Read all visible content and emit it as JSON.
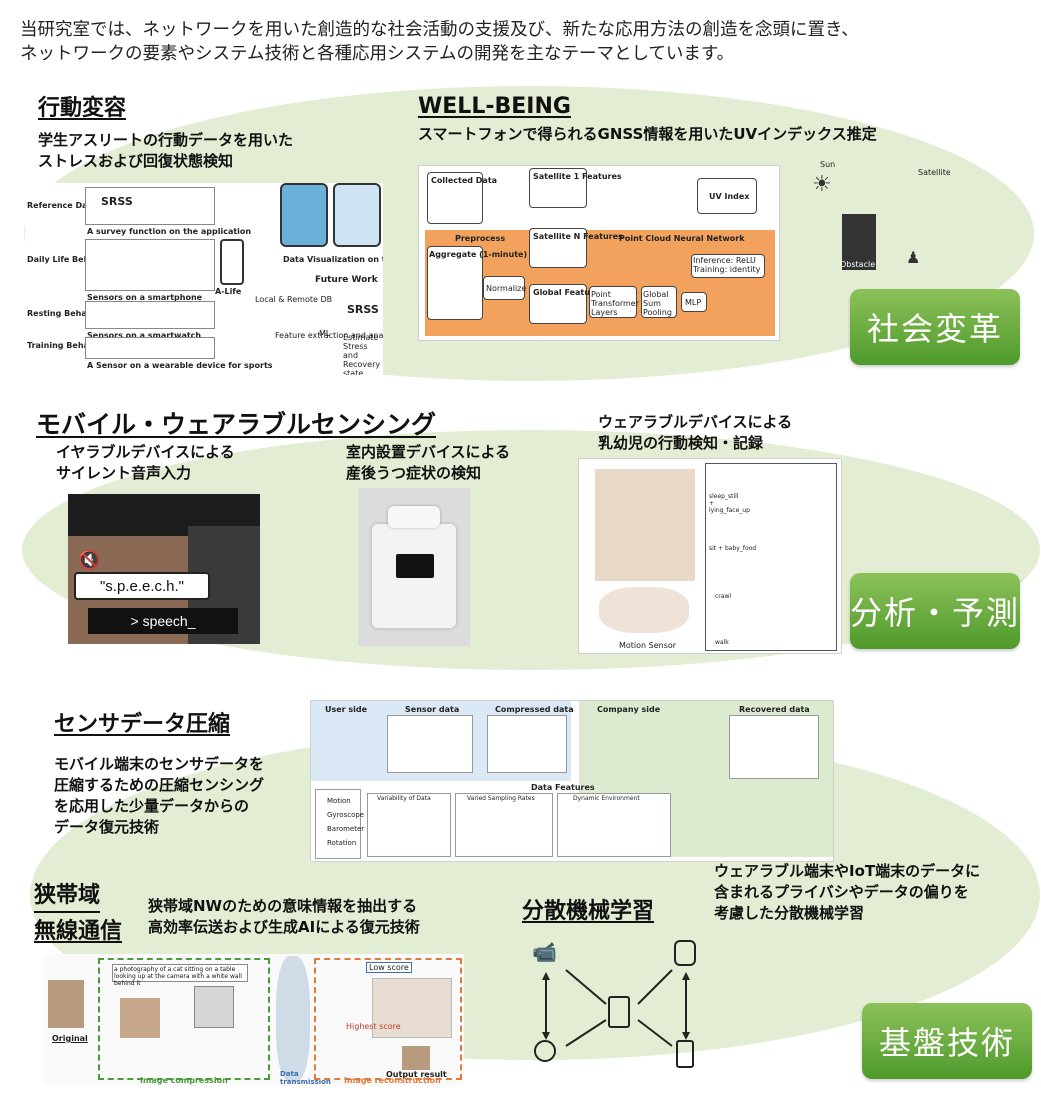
{
  "intro": {
    "line1": "当研究室では、ネットワークを用いた創造的な社会活動の支援及び、新たな応用方法の創造を念頭に置き、",
    "line2": "ネットワークの要素やシステム技術と各種応用システムの開発を主なテーマとしています。"
  },
  "section1": {
    "badge": "社会変革",
    "behavior": {
      "title": "行動変容",
      "sub_line1": "学生アスリートの行動データを用いた",
      "sub_line2": "ストレスおよび回復状態検知",
      "rows": [
        "Reference Data",
        "Daily Life Behaviors",
        "Resting Behaviors",
        "Training Behaviors"
      ],
      "captions": [
        "A survey function on the application",
        "Sensors on a smartphone",
        "Sensors on a smartwatch",
        "A Sensor on a wearable device for sports"
      ],
      "app": "A-Life",
      "db": "Local & Remote DB",
      "viz": "Data Visualization on the app",
      "future": "Future Work",
      "feat": "Feature extraction and analytics",
      "ml": "ML",
      "srss": "SRSS",
      "estimate": "Estimate Stress and Recovery state"
    },
    "wellbeing": {
      "title": "WELL-BEING",
      "sub": "スマートフォンで得られるGNSS情報を用いたUVインデックス推定",
      "collected": "Collected Data",
      "preprocess": "Preprocess",
      "aggregate": "Aggregate (1-minute)",
      "normalize": "Normalize",
      "sat1": "Satellite 1 Features",
      "satn": "Satellite N Features",
      "global": "Global Features",
      "pcnn": "Point Cloud Neural Network",
      "transformer": "Point Transformer Layers",
      "pooling": "Global Sum Pooling",
      "mlp": "MLP",
      "inference": "Inference: ReLU Training: identity",
      "uv": "UV Index",
      "sun": "Sun",
      "satellite": "Satellite",
      "obstacle": "Obstacle"
    }
  },
  "section2": {
    "badge": "分析・予測",
    "title": "モバイル・ウェアラブルセンシング",
    "ear": {
      "sub_line1": "イヤラブルデバイスによる",
      "sub_line2": "サイレント音声入力",
      "bubble": "\"s.p.e.e.c.h.\"",
      "terminal": "> speech_"
    },
    "room": {
      "sub_line1": "室内設置デバイスによる",
      "sub_line2": "産後うつ症状の検知"
    },
    "infant": {
      "sub_line1": "ウェアラブルデバイスによる",
      "sub_line2": "乳幼児の行動検知・記録",
      "motion": "Motion Sensor",
      "activities": [
        "sleep_still + lying_face_up",
        "sit + baby_food",
        "crawl",
        "walk"
      ]
    }
  },
  "section3": {
    "badge": "基盤技術",
    "compression": {
      "title": "センサデータ圧縮",
      "sub_lines": [
        "モバイル端末のセンサデータを",
        "圧縮するための圧縮センシング",
        "を応用した少量データからの",
        "データ復元技術"
      ],
      "user_side": "User side",
      "company_side": "Company side",
      "sensor_data": "Sensor data",
      "compressed_data": "Compressed data",
      "recovered_data": "Recovered data",
      "data_features": "Data Features",
      "sensors": [
        "Motion",
        "Gyroscope",
        "Barometer",
        "Rotation"
      ],
      "feature_labels": [
        "Variability of Data",
        "Varied Sampling Rates",
        "Dynamic Environment"
      ]
    },
    "narrowband": {
      "title_line1": "狭帯域",
      "title_line2": "無線通信",
      "sub_line1": "狭帯域NWのための意味情報を抽出する",
      "sub_line2": "高効率伝送および生成AIによる復元技術",
      "caption_text": "a photography of a cat sitting on a table looking up at the camera with a white wall behind it",
      "original": "Original",
      "compression": "Image compression",
      "transmission": "Data transmission",
      "reconstruction": "Image reconstruction",
      "low_score": "Low score",
      "highest": "Highest score",
      "output": "Output result"
    },
    "distributed": {
      "title": "分散機械学習",
      "sub_lines": [
        "ウェアラブル端末やIoT端末のデータに",
        "含まれるプライバシやデータの偏りを",
        "考慮した分散機械学習"
      ]
    }
  },
  "colors": {
    "green_badge": "#5ea838",
    "green_blob": "#e3edd3",
    "orange": "#f2a25c"
  }
}
